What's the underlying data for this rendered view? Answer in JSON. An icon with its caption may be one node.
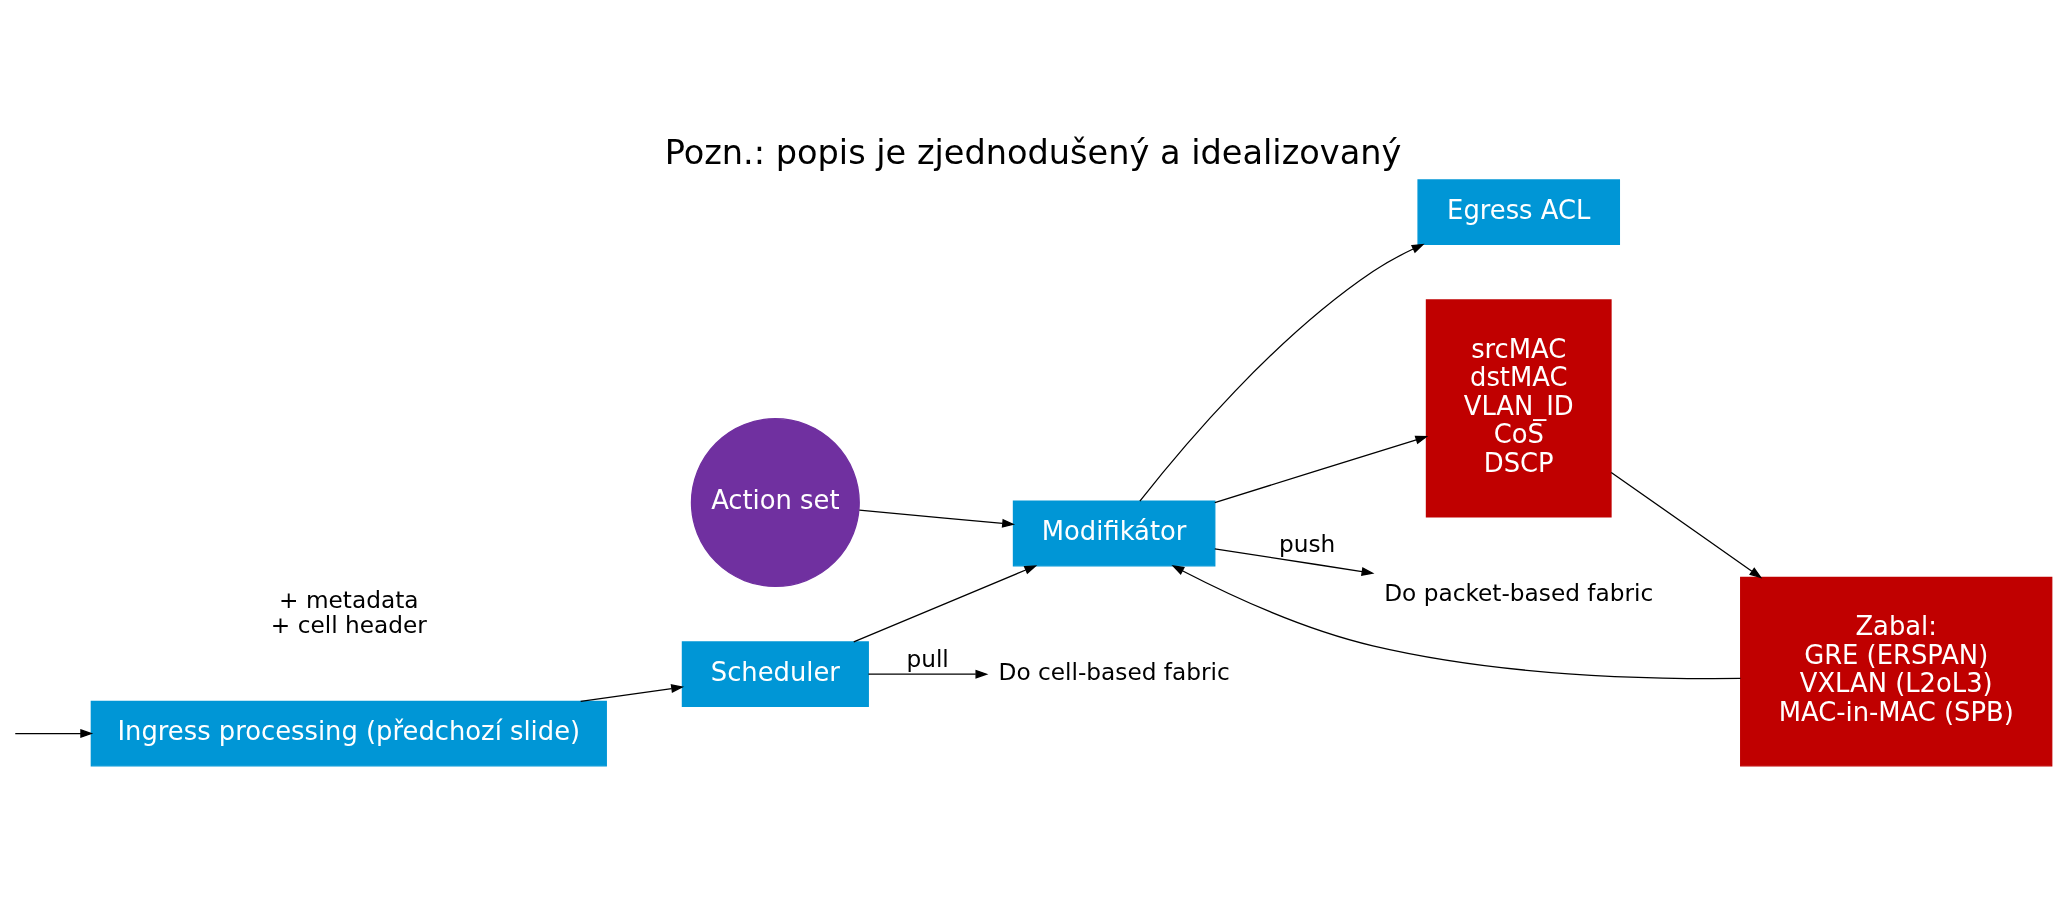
{
  "diagram": {
    "title": "Pozn.: popis je zjednodušený a idealizovaný",
    "nodes": [
      {
        "text": [
          "Ingress processing (předchozí slide)"
        ]
      },
      {
        "text": [
          "Scheduler"
        ]
      },
      {
        "text": [
          "Modifikátor"
        ]
      },
      {
        "text": [
          "Egress ACL"
        ]
      },
      {
        "text": [
          "Action set"
        ]
      },
      {
        "text": [
          "srcMAC dstMAC VLAN_ID CoS DSCP"
        ]
      },
      {
        "text": [
          "Zabal:",
          "GRE (ERSPAN) VXLAN (L2oL3) MAC-in-MAC (SPB)"
        ]
      },
      {
        "text": [
          "Do cell-based fabric"
        ]
      },
      {
        "text": [
          "Do packet-based fabric"
        ]
      }
    ],
    "edges": [
      {
        "from": null,
        "to": 0,
        "arrow": "to"
      },
      {
        "from": 0,
        "to": 1,
        "arrow": "to"
      },
      {
        "from": 1,
        "to": 2,
        "arrow": "to"
      },
      {
        "from": 2,
        "to": 3,
        "arrow": "to"
      },
      {
        "from": 1,
        "to": 7,
        "arrow": "to",
        "label": "pull"
      },
      {
        "from": 2,
        "to": 8,
        "arrow": "to",
        "label": "push"
      },
      {
        "from": 4,
        "to": 2,
        "arrow": "to"
      },
      {
        "from": 2,
        "to": 5,
        "arrow": "to"
      },
      {
        "from": 5,
        "to": 6,
        "arrow": "to"
      },
      {
        "from": 6,
        "to": 2,
        "arrow": "to"
      }
    ],
    "labels": [
      "+ metadata",
      "+ cell header"
    ]
  }
}
